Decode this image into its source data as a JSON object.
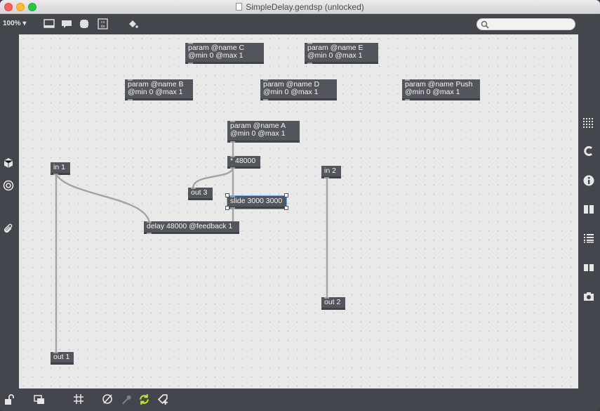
{
  "window": {
    "title": "SimpleDelay.gendsp (unlocked)"
  },
  "toolbar": {
    "zoom": "100%"
  },
  "objects": {
    "param_c": {
      "line1": "param @name C",
      "line2": "@min 0 @max 1"
    },
    "param_e": {
      "line1": "param @name E",
      "line2": "@min 0 @max 1"
    },
    "param_b": {
      "line1": "param @name B",
      "line2": "@min 0 @max 1"
    },
    "param_d": {
      "line1": "param @name D",
      "line2": "@min 0 @max 1"
    },
    "param_push": {
      "line1": "param @name Push",
      "line2": "@min 0 @max 1"
    },
    "param_a": {
      "line1": "param @name A",
      "line2": "@min 0 @max 1"
    },
    "mult": {
      "line1": "* 48000"
    },
    "in1": {
      "line1": "in 1"
    },
    "in2": {
      "line1": "in 2"
    },
    "out3": {
      "line1": "out 3"
    },
    "slide": {
      "line1": "slide 3000 3000"
    },
    "delay": {
      "line1": "delay 48000 @feedback 1"
    },
    "out2": {
      "line1": "out 2"
    },
    "out1": {
      "line1": "out 1"
    }
  },
  "colors": {
    "canvas": "#e9e9e9",
    "object": "#53575d",
    "chrome": "#43474d",
    "selection": "#6fa8e0"
  },
  "icons": {
    "toolbar": [
      "presentation-icon",
      "comment-icon",
      "fullscreen-icon",
      "code-icon",
      "paint-bucket-icon",
      "search-icon"
    ],
    "left": [
      "package-icon",
      "target-icon",
      "paperclip-icon"
    ],
    "right": [
      "grid-palette-icon",
      "cycling-c-icon",
      "info-icon",
      "columns-icon",
      "list-icon",
      "book-icon",
      "camera-icon"
    ],
    "bottom": [
      "lock-icon",
      "layers-icon",
      "grid-icon",
      "mute-icon",
      "wrench-icon",
      "refresh-icon",
      "add-tag-icon"
    ]
  }
}
